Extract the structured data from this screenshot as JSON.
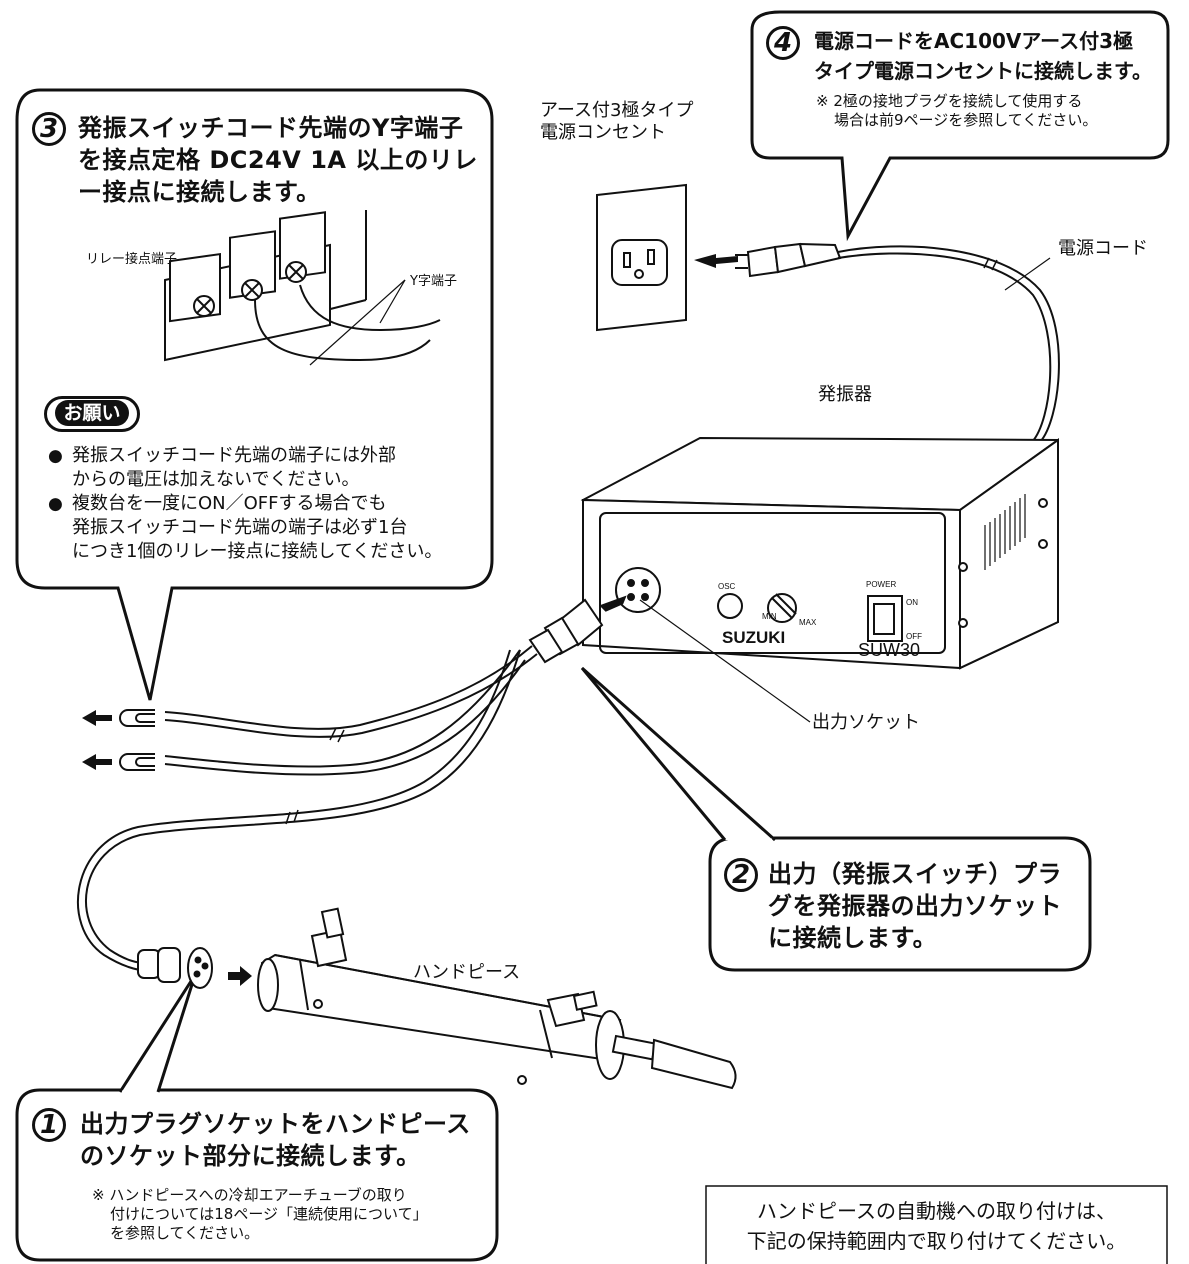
{
  "steps": {
    "s1": {
      "num": "1",
      "title_lines": [
        "出力プラグソケットをハンドピース",
        "のソケット部分に接続します。"
      ],
      "note_lines": [
        "※ ハンドピースへの冷却エアーチューブの取り",
        "付けについては18ページ「連続使用について」",
        "を参照してください。"
      ]
    },
    "s2": {
      "num": "2",
      "title_lines": [
        "出力（発振スイッチ）プラ",
        "グを発振器の出力ソケット",
        "に接続します。"
      ]
    },
    "s3": {
      "num": "3",
      "title_lines": [
        "発振スイッチコード先端のY字端子",
        "を接点定格 DC24V 1A 以上のリレ",
        "ー接点に接続します。"
      ],
      "relay_label": "リレー接点端子",
      "y_label": "Y字端子",
      "request_badge": "お願い",
      "bullets": [
        [
          "発振スイッチコード先端の端子には外部",
          "からの電圧は加えないでください。"
        ],
        [
          "複数台を一度にON／OFFする場合でも",
          "発振スイッチコード先端の端子は必ず1台",
          "につき1個のリレー接点に接続してください。"
        ]
      ]
    },
    "s4": {
      "num": "4",
      "title_lines": [
        "電源コードをAC100Vアース付3極",
        "タイプ電源コンセントに接続します。"
      ],
      "note_lines": [
        "※ 2極の接地プラグを接続して使用する",
        "場合は前9ページを参照してください。"
      ]
    }
  },
  "labels": {
    "outlet_lines": [
      "アース付3極タイプ",
      "電源コンセント"
    ],
    "power_cord": "電源コード",
    "oscillator": "発振器",
    "output_socket": "出力ソケット",
    "handpiece": "ハンドピース"
  },
  "device": {
    "osc": "OSC",
    "min": "MIN",
    "max": "MAX",
    "brand": "SUZUKI",
    "model": "SUW30",
    "power": "POWER",
    "on": "ON",
    "off": "OFF"
  },
  "footer_box_lines": [
    "ハンドピースの自動機への取り付けは、",
    "下記の保持範囲内で取り付けてください。"
  ]
}
